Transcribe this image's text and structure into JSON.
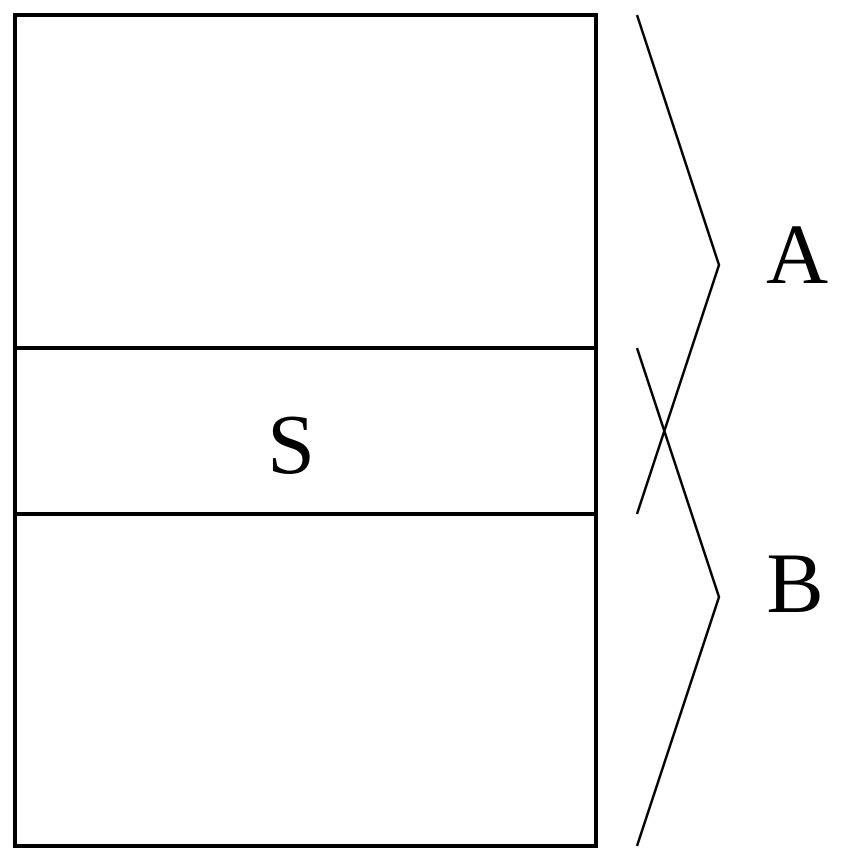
{
  "labels": {
    "middle_layer": "S",
    "upper_region": "A",
    "lower_region": "B"
  },
  "colors": {
    "stroke": "#000000",
    "background": "#ffffff"
  }
}
